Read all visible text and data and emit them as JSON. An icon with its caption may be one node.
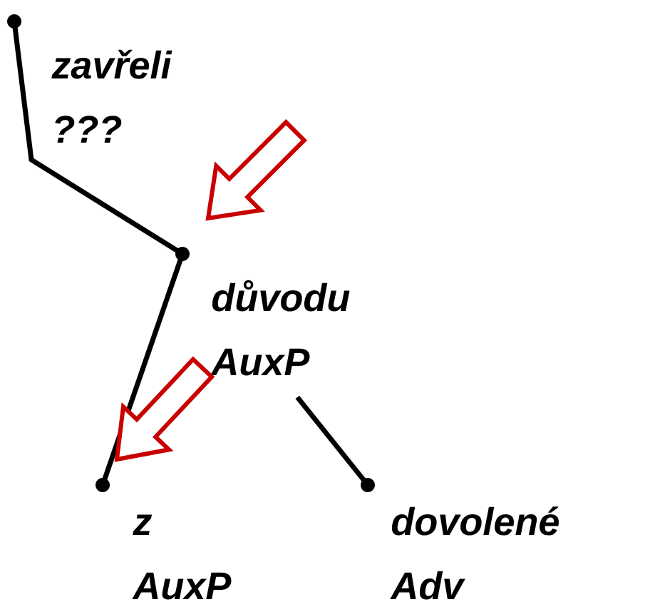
{
  "diagram": {
    "nodes": [
      {
        "text": [],
        "shape": "circle",
        "beside": [
          "zavřeli",
          "???"
        ]
      },
      {
        "text": [],
        "shape": "circle",
        "beside": [
          "důvodu",
          "AuxP"
        ]
      },
      {
        "text": [],
        "shape": "circle",
        "beside": [
          "z",
          "AuxP"
        ]
      },
      {
        "text": [],
        "shape": "circle",
        "beside": [
          "dovolené",
          "Adv"
        ]
      }
    ],
    "edges": [
      {
        "from": 0,
        "to": 1,
        "arrow": "none"
      },
      {
        "from": 1,
        "to": 2,
        "arrow": "none"
      },
      {
        "from": 1,
        "to": 3,
        "arrow": "none"
      }
    ]
  }
}
